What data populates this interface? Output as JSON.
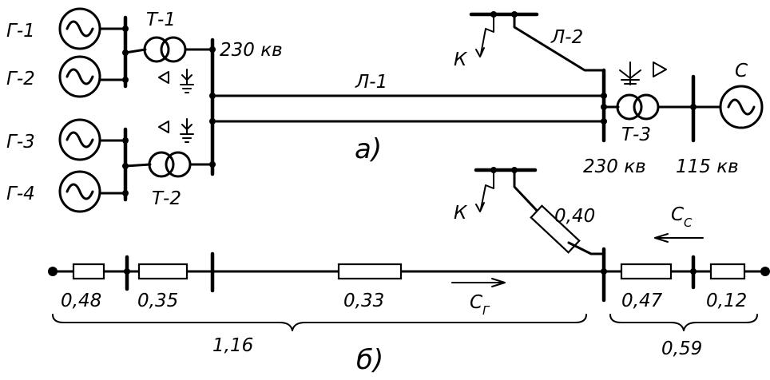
{
  "part_a": {
    "label": "а)",
    "generators": [
      "Г-1",
      "Г-2",
      "Г-3",
      "Г-4"
    ],
    "transformers": [
      "Т-1",
      "Т-2",
      "Т-3"
    ],
    "lines": [
      "Л-1",
      "Л-2"
    ],
    "fault": "К",
    "system": "С",
    "voltages": {
      "left_bus": "230 кв",
      "right_bus_hv": "230 кв",
      "right_bus_lv": "115 кв"
    }
  },
  "part_b": {
    "label": "б)",
    "fault": "К",
    "reactances": [
      "0,48",
      "0,35",
      "0,33",
      "0,40",
      "0,47",
      "0,12"
    ],
    "sums": [
      "1,16",
      "0,59"
    ],
    "currents": {
      "left": "С",
      "left_sub": "Г",
      "right": "С",
      "right_sub": "С"
    }
  }
}
